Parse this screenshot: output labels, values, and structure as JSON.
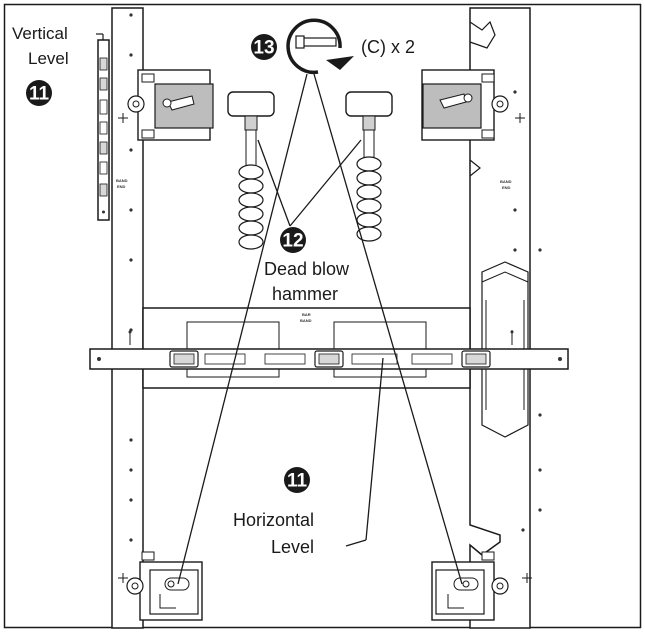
{
  "labels": {
    "vertical_level_line1": "Vertical",
    "vertical_level_line2": "Level",
    "rotate_label": "(C) x 2",
    "dead_blow_line1": "Dead blow",
    "dead_blow_line2": "hammer",
    "horizontal_level_line1": "Horizontal",
    "horizontal_level_line2": "Level"
  },
  "callouts": {
    "vertical_level": "11",
    "rotate": "13",
    "hammer": "12",
    "horizontal_level": "11"
  },
  "colors": {
    "ink": "#1a1a1a",
    "fill_gray": "#cfcfcf",
    "bracket_gray": "#bdbdbd"
  }
}
